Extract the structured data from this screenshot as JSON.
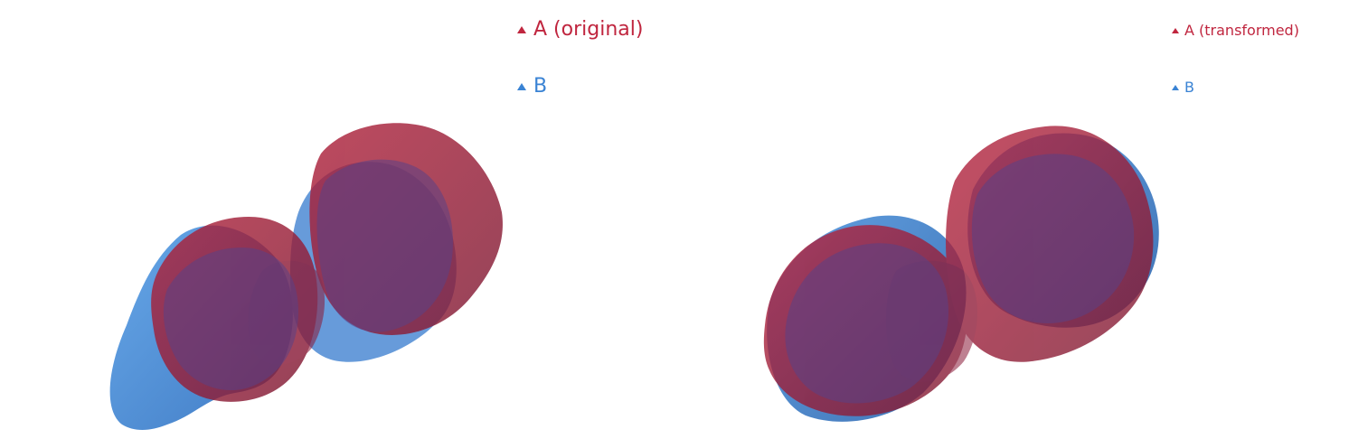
{
  "colors": {
    "A": "#c0263f",
    "B": "#3a83d4",
    "background": "#ffffff"
  },
  "panels": {
    "left": {
      "legend": [
        {
          "marker": "triangle-up-icon",
          "label": "A (original)"
        },
        {
          "marker": "triangle-up-icon",
          "label": "B"
        }
      ]
    },
    "right": {
      "legend": [
        {
          "marker": "triangle-up-icon",
          "label": "A (transformed)"
        },
        {
          "marker": "triangle-up-icon",
          "label": "B"
        }
      ]
    }
  }
}
